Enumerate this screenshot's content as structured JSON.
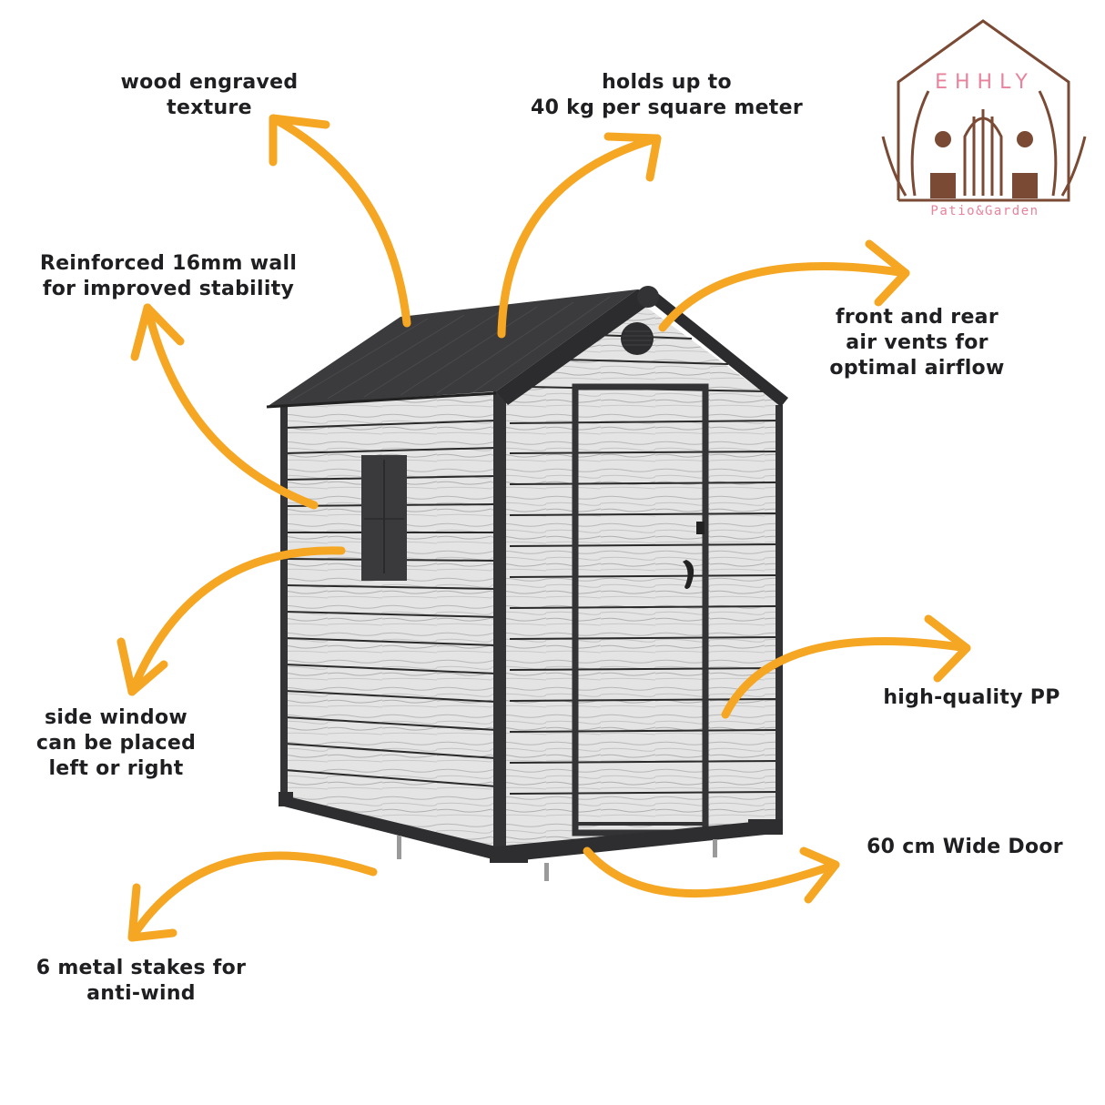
{
  "brand": {
    "name": "EHHLY",
    "tagline": "Patio&Garden",
    "colors": {
      "outline": "#7a4a35",
      "text": "#e9829c"
    }
  },
  "colors": {
    "arrow": "#f5a623",
    "text": "#1f1f22",
    "roof": "#3b3b3d",
    "frame": "#333335",
    "panel": "#e6e6e6",
    "panel_line": "#2a2a2a"
  },
  "features": [
    {
      "id": "wood-texture",
      "lines": [
        "wood engraved",
        "texture"
      ]
    },
    {
      "id": "load-capacity",
      "lines": [
        "holds up to",
        "40 kg per square meter"
      ]
    },
    {
      "id": "wall",
      "lines": [
        "Reinforced 16mm wall",
        "for improved stability"
      ]
    },
    {
      "id": "air-vents",
      "lines": [
        "front and rear",
        "air vents for",
        "optimal airflow"
      ]
    },
    {
      "id": "side-window",
      "lines": [
        "side window",
        "can be placed",
        "left or right"
      ]
    },
    {
      "id": "material",
      "lines": [
        "high-quality PP"
      ]
    },
    {
      "id": "door",
      "lines": [
        "60 cm Wide Door"
      ]
    },
    {
      "id": "stakes",
      "lines": [
        "6 metal stakes for",
        "anti-wind"
      ]
    }
  ]
}
